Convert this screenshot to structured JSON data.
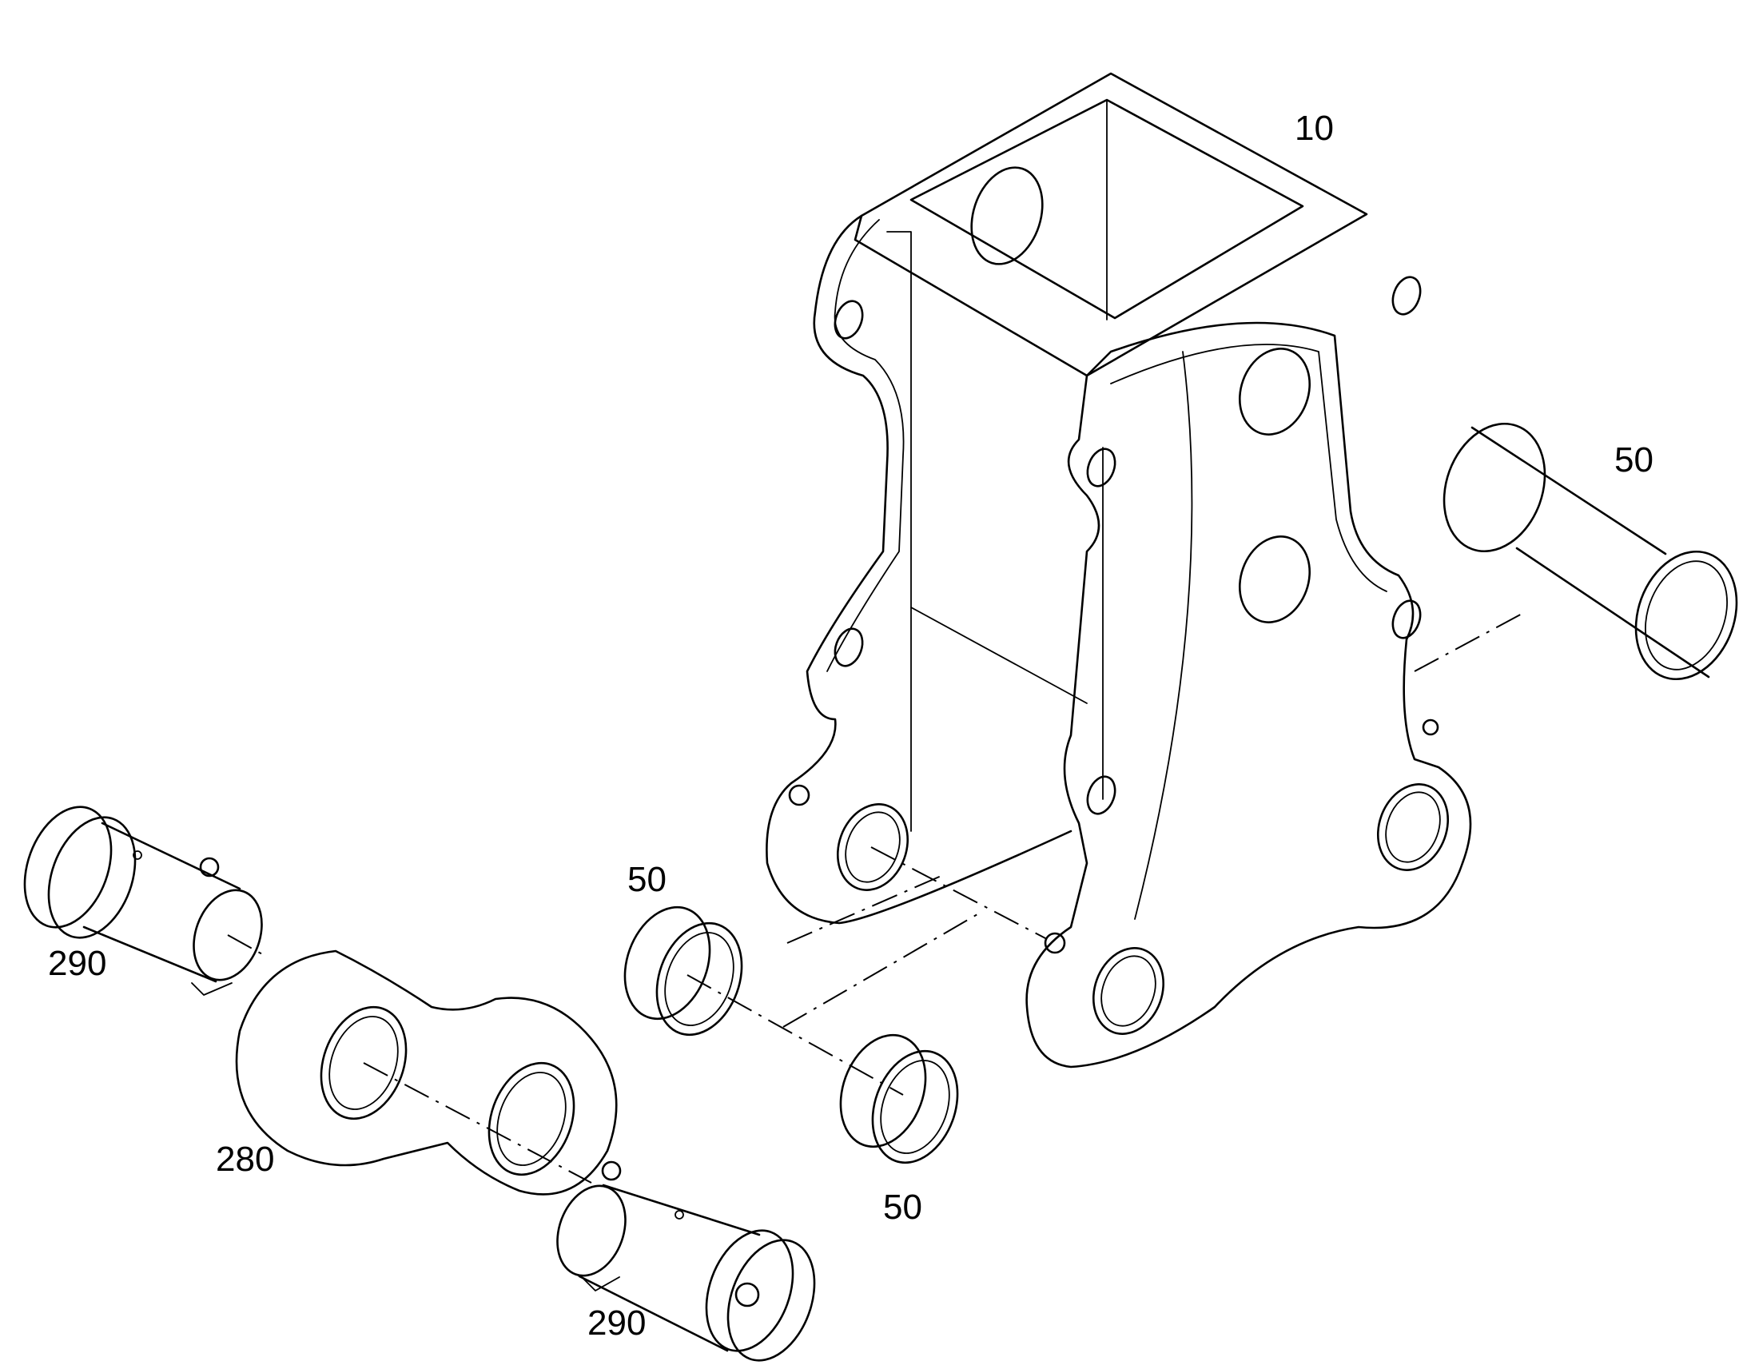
{
  "callouts": {
    "frame": "10",
    "bushing_large": "50",
    "bushing_upper": "50",
    "bushing_lower": "50",
    "link": "280",
    "pin_upper": "290",
    "pin_lower": "290"
  }
}
